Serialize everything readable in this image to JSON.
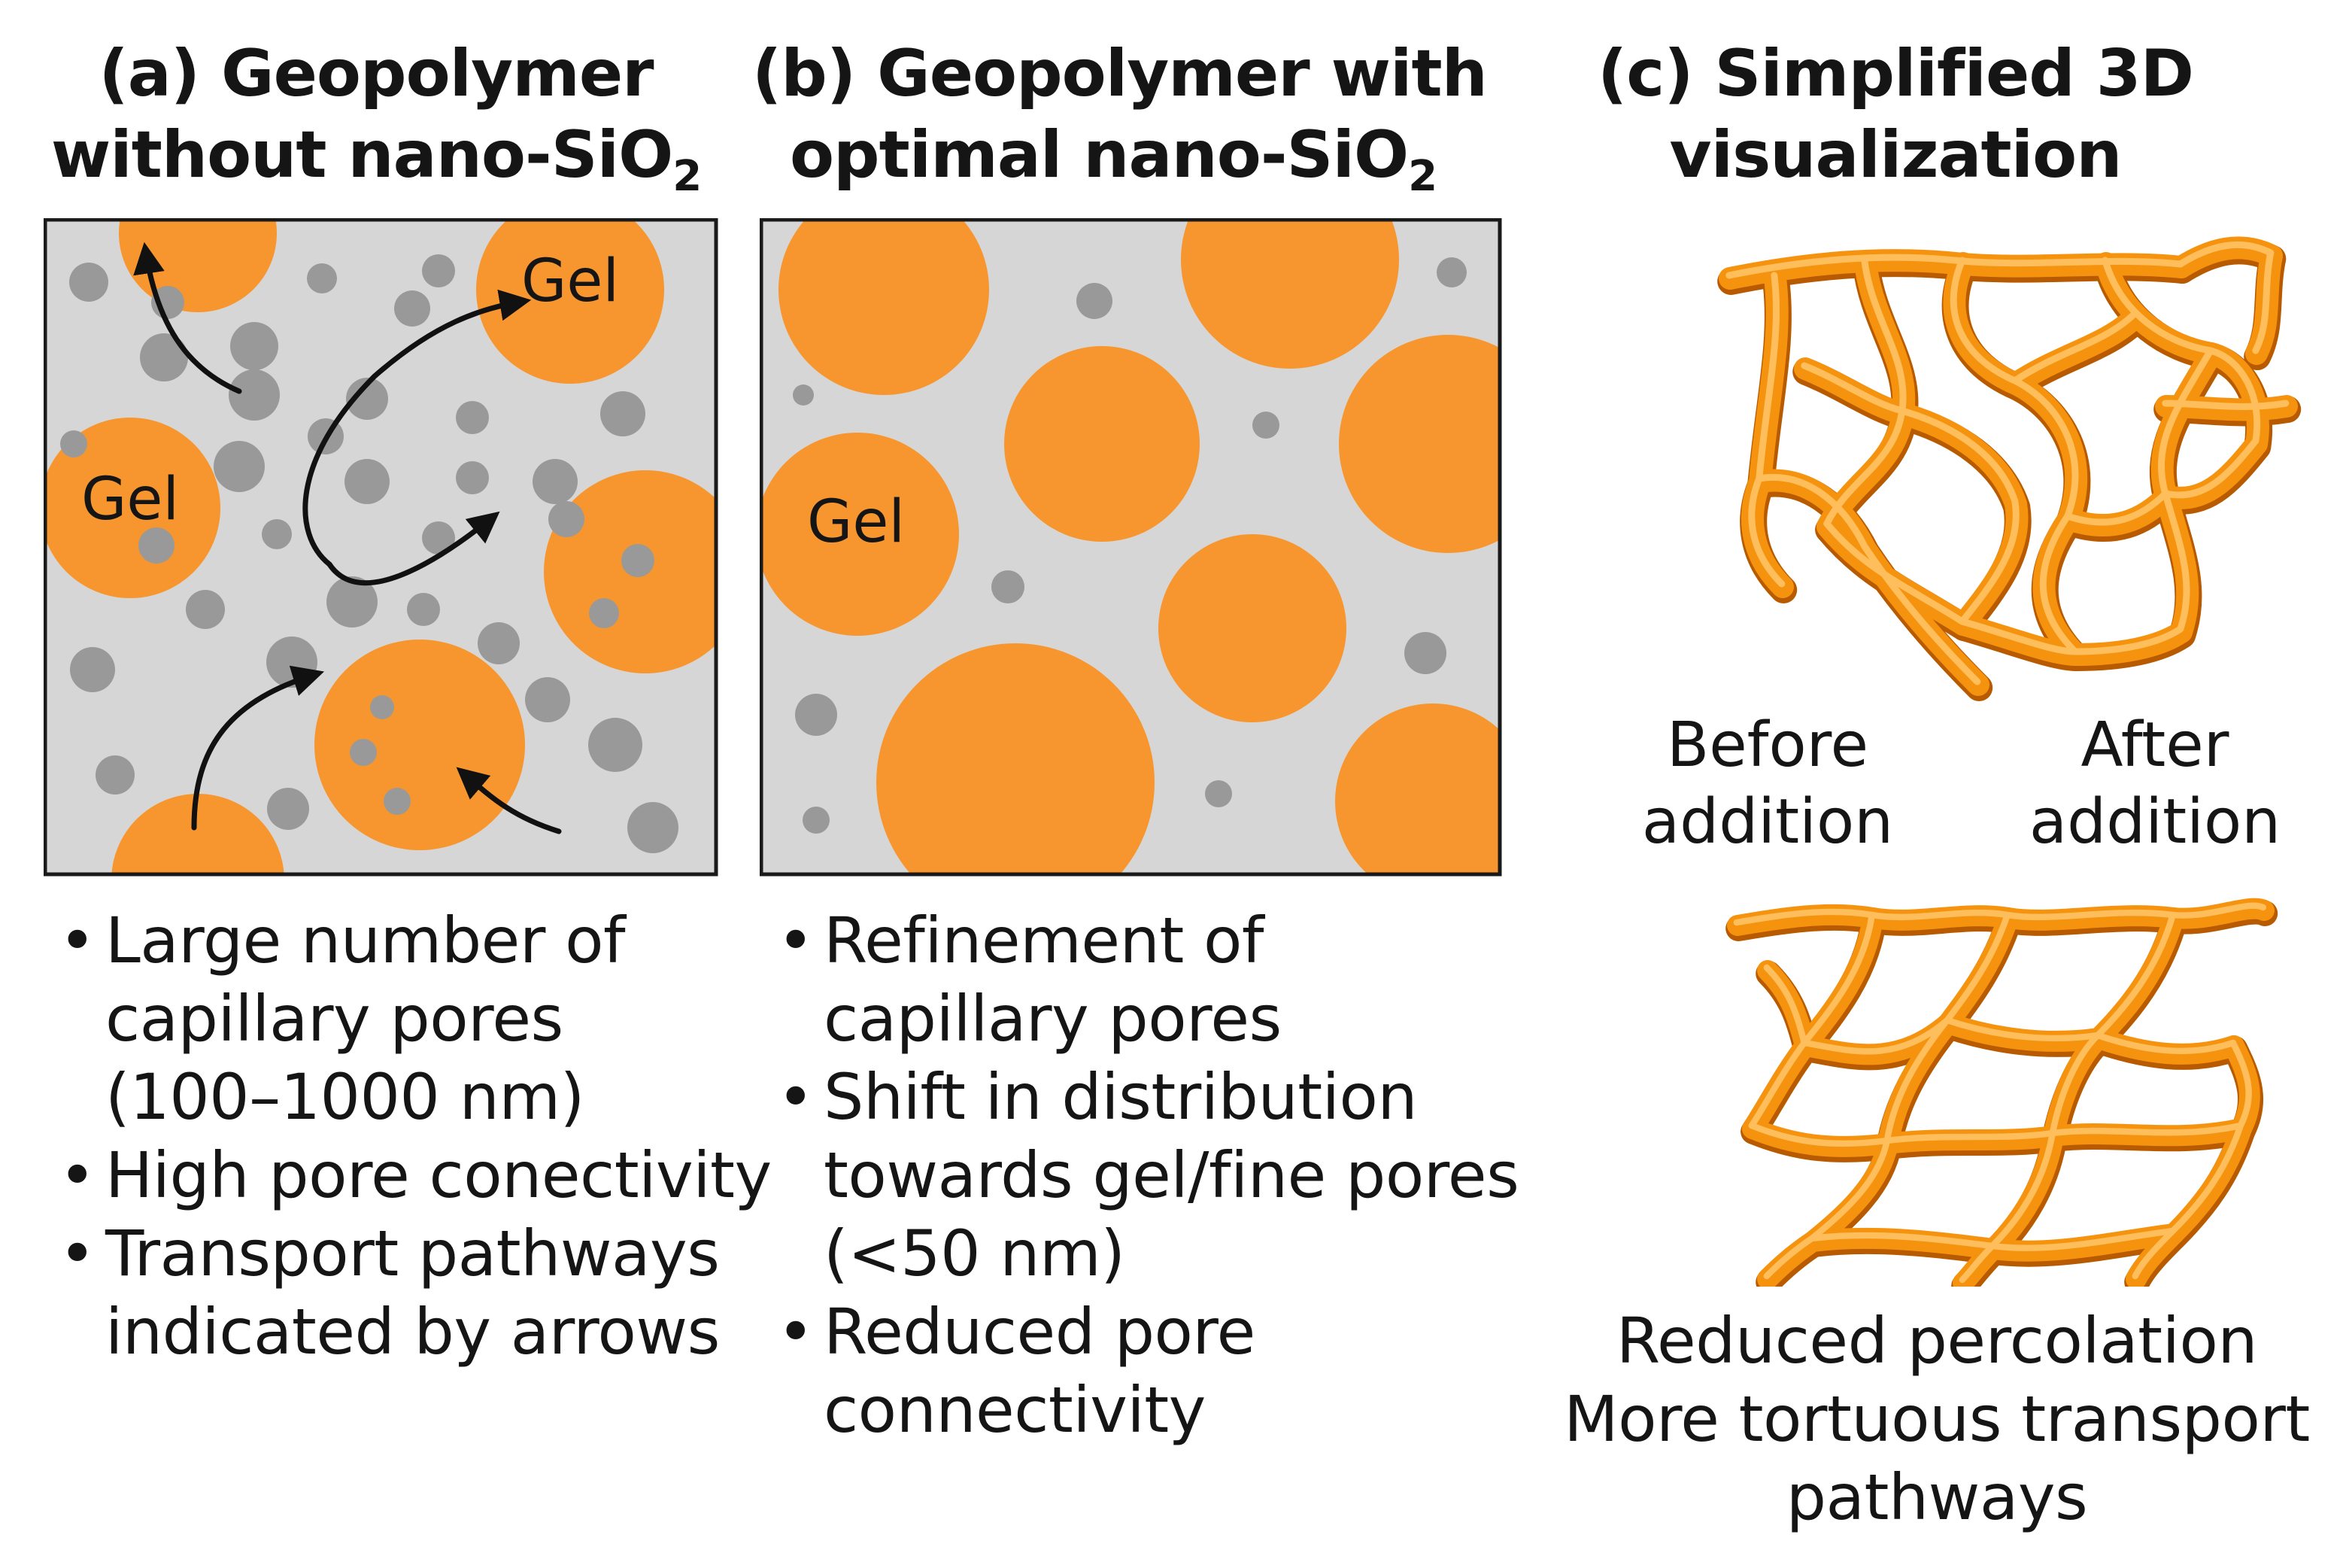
{
  "panel_a": {
    "title": [
      "(a) Geopolymer",
      "without nano-SiO"
    ],
    "title_subscript": "2",
    "gel_labels": [
      "Gel",
      "Gel"
    ],
    "bullets": [
      [
        "Large number of",
        "capillary pores",
        "(100–1000 nm)"
      ],
      [
        "High pore conectivity"
      ],
      [
        "Transport pathways",
        "indicated by arrows"
      ]
    ]
  },
  "panel_b": {
    "title": [
      "(b) Geopolymer with",
      "optimal nano-SiO"
    ],
    "title_subscript": "2",
    "gel_labels": [
      "Gel"
    ],
    "bullets": [
      [
        "Refinement of",
        "capillary pores"
      ],
      [
        "Shift in distribution",
        "towards gel/fine pores",
        "(<50 nm)"
      ],
      [
        "Reduced pore",
        "connectivity"
      ]
    ]
  },
  "panel_c": {
    "title": [
      "(c) Simplified 3D",
      "visualization"
    ],
    "labels": {
      "before": [
        "Before",
        "addition"
      ],
      "after": [
        "After",
        "addition"
      ]
    },
    "caption": [
      "Reduced percolation",
      "More tortuous transport",
      "pathways"
    ]
  },
  "colors": {
    "gel_orange": "#f7962e",
    "matrix_gray": "#d6d6d6",
    "pore_gray": "#999999",
    "network_orange": "#f5930f",
    "border": "#1a1a1a"
  }
}
